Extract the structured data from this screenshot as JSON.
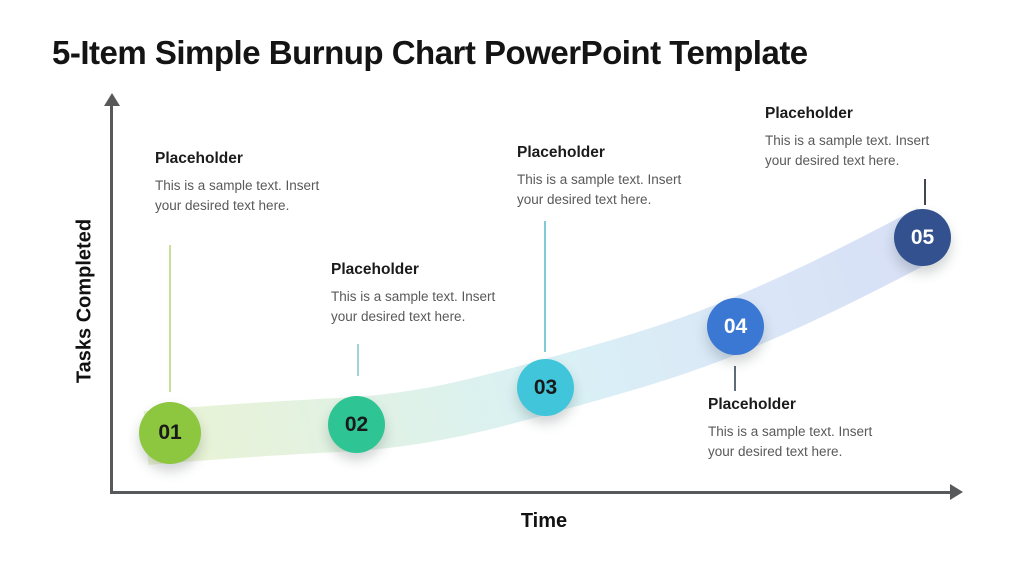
{
  "page": {
    "title": "5-Item Simple Burnup Chart PowerPoint Template"
  },
  "axes": {
    "y_label": "Tasks Completed",
    "x_label": "Time",
    "axis_color": "#58595B"
  },
  "band": {
    "gradient": [
      "#EAF3D2",
      "#E1F2E5",
      "#D9F1F5",
      "#DAE6F7",
      "#D7DFF5"
    ]
  },
  "items": [
    {
      "number": "01",
      "heading": "Placeholder",
      "body": "This is a sample text. Insert your desired text here.",
      "circle_color": "#8DC63F",
      "number_color": "#1A1A1A",
      "leader_color": "#C9E09A"
    },
    {
      "number": "02",
      "heading": "Placeholder",
      "body": "This is a sample text. Insert your desired text here.",
      "circle_color": "#2FC494",
      "number_color": "#1A1A1A",
      "leader_color": "#9FD4DB"
    },
    {
      "number": "03",
      "heading": "Placeholder",
      "body": "This is a sample text. Insert your desired text here.",
      "circle_color": "#40C5DA",
      "number_color": "#1A1A1A",
      "leader_color": "#7FCBD8"
    },
    {
      "number": "04",
      "heading": "Placeholder",
      "body": "This is a sample text. Insert your desired text here.",
      "circle_color": "#3B78D3",
      "number_color": "#FFFFFF",
      "leader_color": "#5E6B79"
    },
    {
      "number": "05",
      "heading": "Placeholder",
      "body": "This is a sample text. Insert your desired text here.",
      "circle_color": "#33518E",
      "number_color": "#FFFFFF",
      "leader_color": "#42474F"
    }
  ]
}
